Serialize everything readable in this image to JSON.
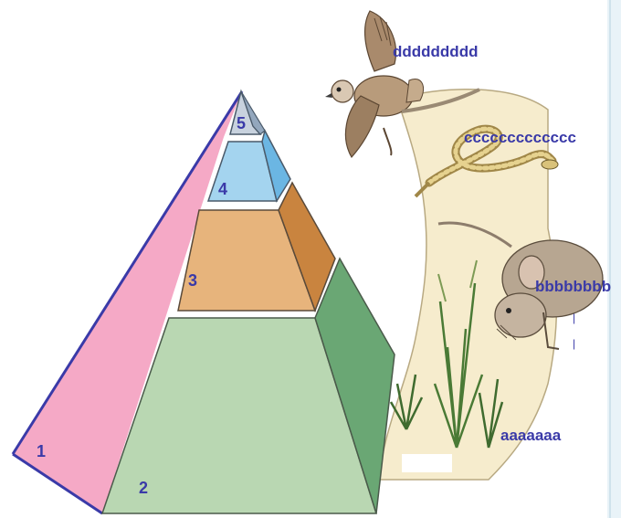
{
  "levels": [
    {
      "number": "1"
    },
    {
      "number": "2"
    },
    {
      "number": "3"
    },
    {
      "number": "4"
    },
    {
      "number": "5"
    }
  ],
  "organisms": [
    {
      "label": "ddddddddd",
      "icon": "hawk-icon"
    },
    {
      "label": "ccccccccccccc",
      "icon": "snake-icon"
    },
    {
      "label": "bbbbbbbb",
      "icon": "mouse-icon"
    },
    {
      "label": "aaaaaaa",
      "icon": "grass-icon"
    }
  ],
  "marks": [
    "|",
    "|"
  ],
  "colors": {
    "pink_side": "#f5a9c6",
    "green_front": "#b9d7b2",
    "green_side": "#6aa774",
    "orange_front": "#e7b47c",
    "orange_side": "#c9843f",
    "blue_front": "#a4d4ef",
    "blue_side": "#6bb6e3",
    "top_front": "#c8d2de",
    "label_color": "#3a3aa8",
    "right_strip": "#e9f3f8"
  }
}
